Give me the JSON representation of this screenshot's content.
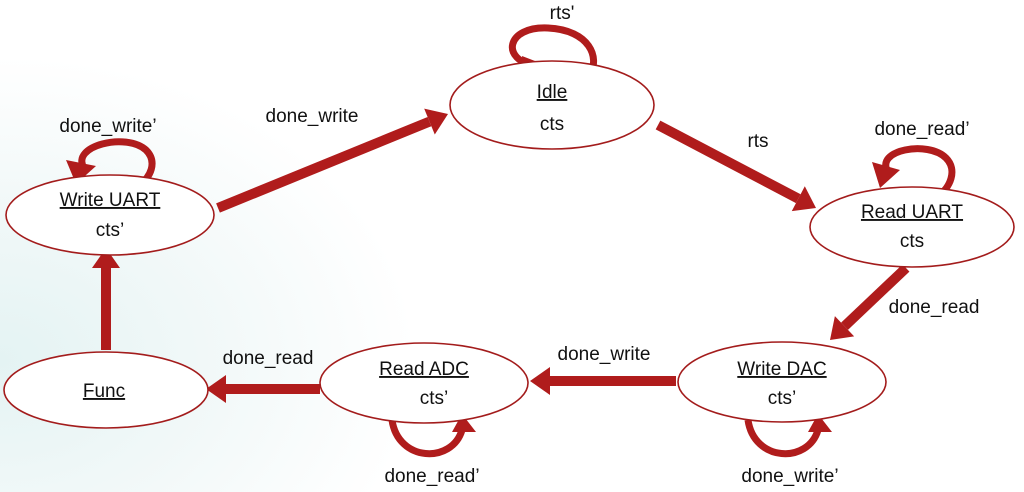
{
  "states": {
    "idle": {
      "name": "Idle",
      "output": "cts"
    },
    "read_uart": {
      "name": "Read UART",
      "output": "cts"
    },
    "write_dac": {
      "name": "Write DAC",
      "output": "cts’"
    },
    "read_adc": {
      "name": "Read ADC",
      "output": "cts’"
    },
    "func": {
      "name": "Func",
      "output": ""
    },
    "write_uart": {
      "name": "Write UART",
      "output": "cts’"
    }
  },
  "transitions": {
    "idle_to_read_uart": "rts",
    "read_uart_to_write_dac": "done_read",
    "write_dac_to_read_adc": "done_write",
    "read_adc_to_func": "done_read",
    "write_uart_to_idle": "done_write"
  },
  "self_loops": {
    "idle": "rts'",
    "read_uart": "done_read’",
    "write_dac": "done_write’",
    "read_adc": "done_read’",
    "write_uart": "done_write’"
  },
  "colors": {
    "arrow": "#b01c1c",
    "outline": "#a31c1c"
  }
}
